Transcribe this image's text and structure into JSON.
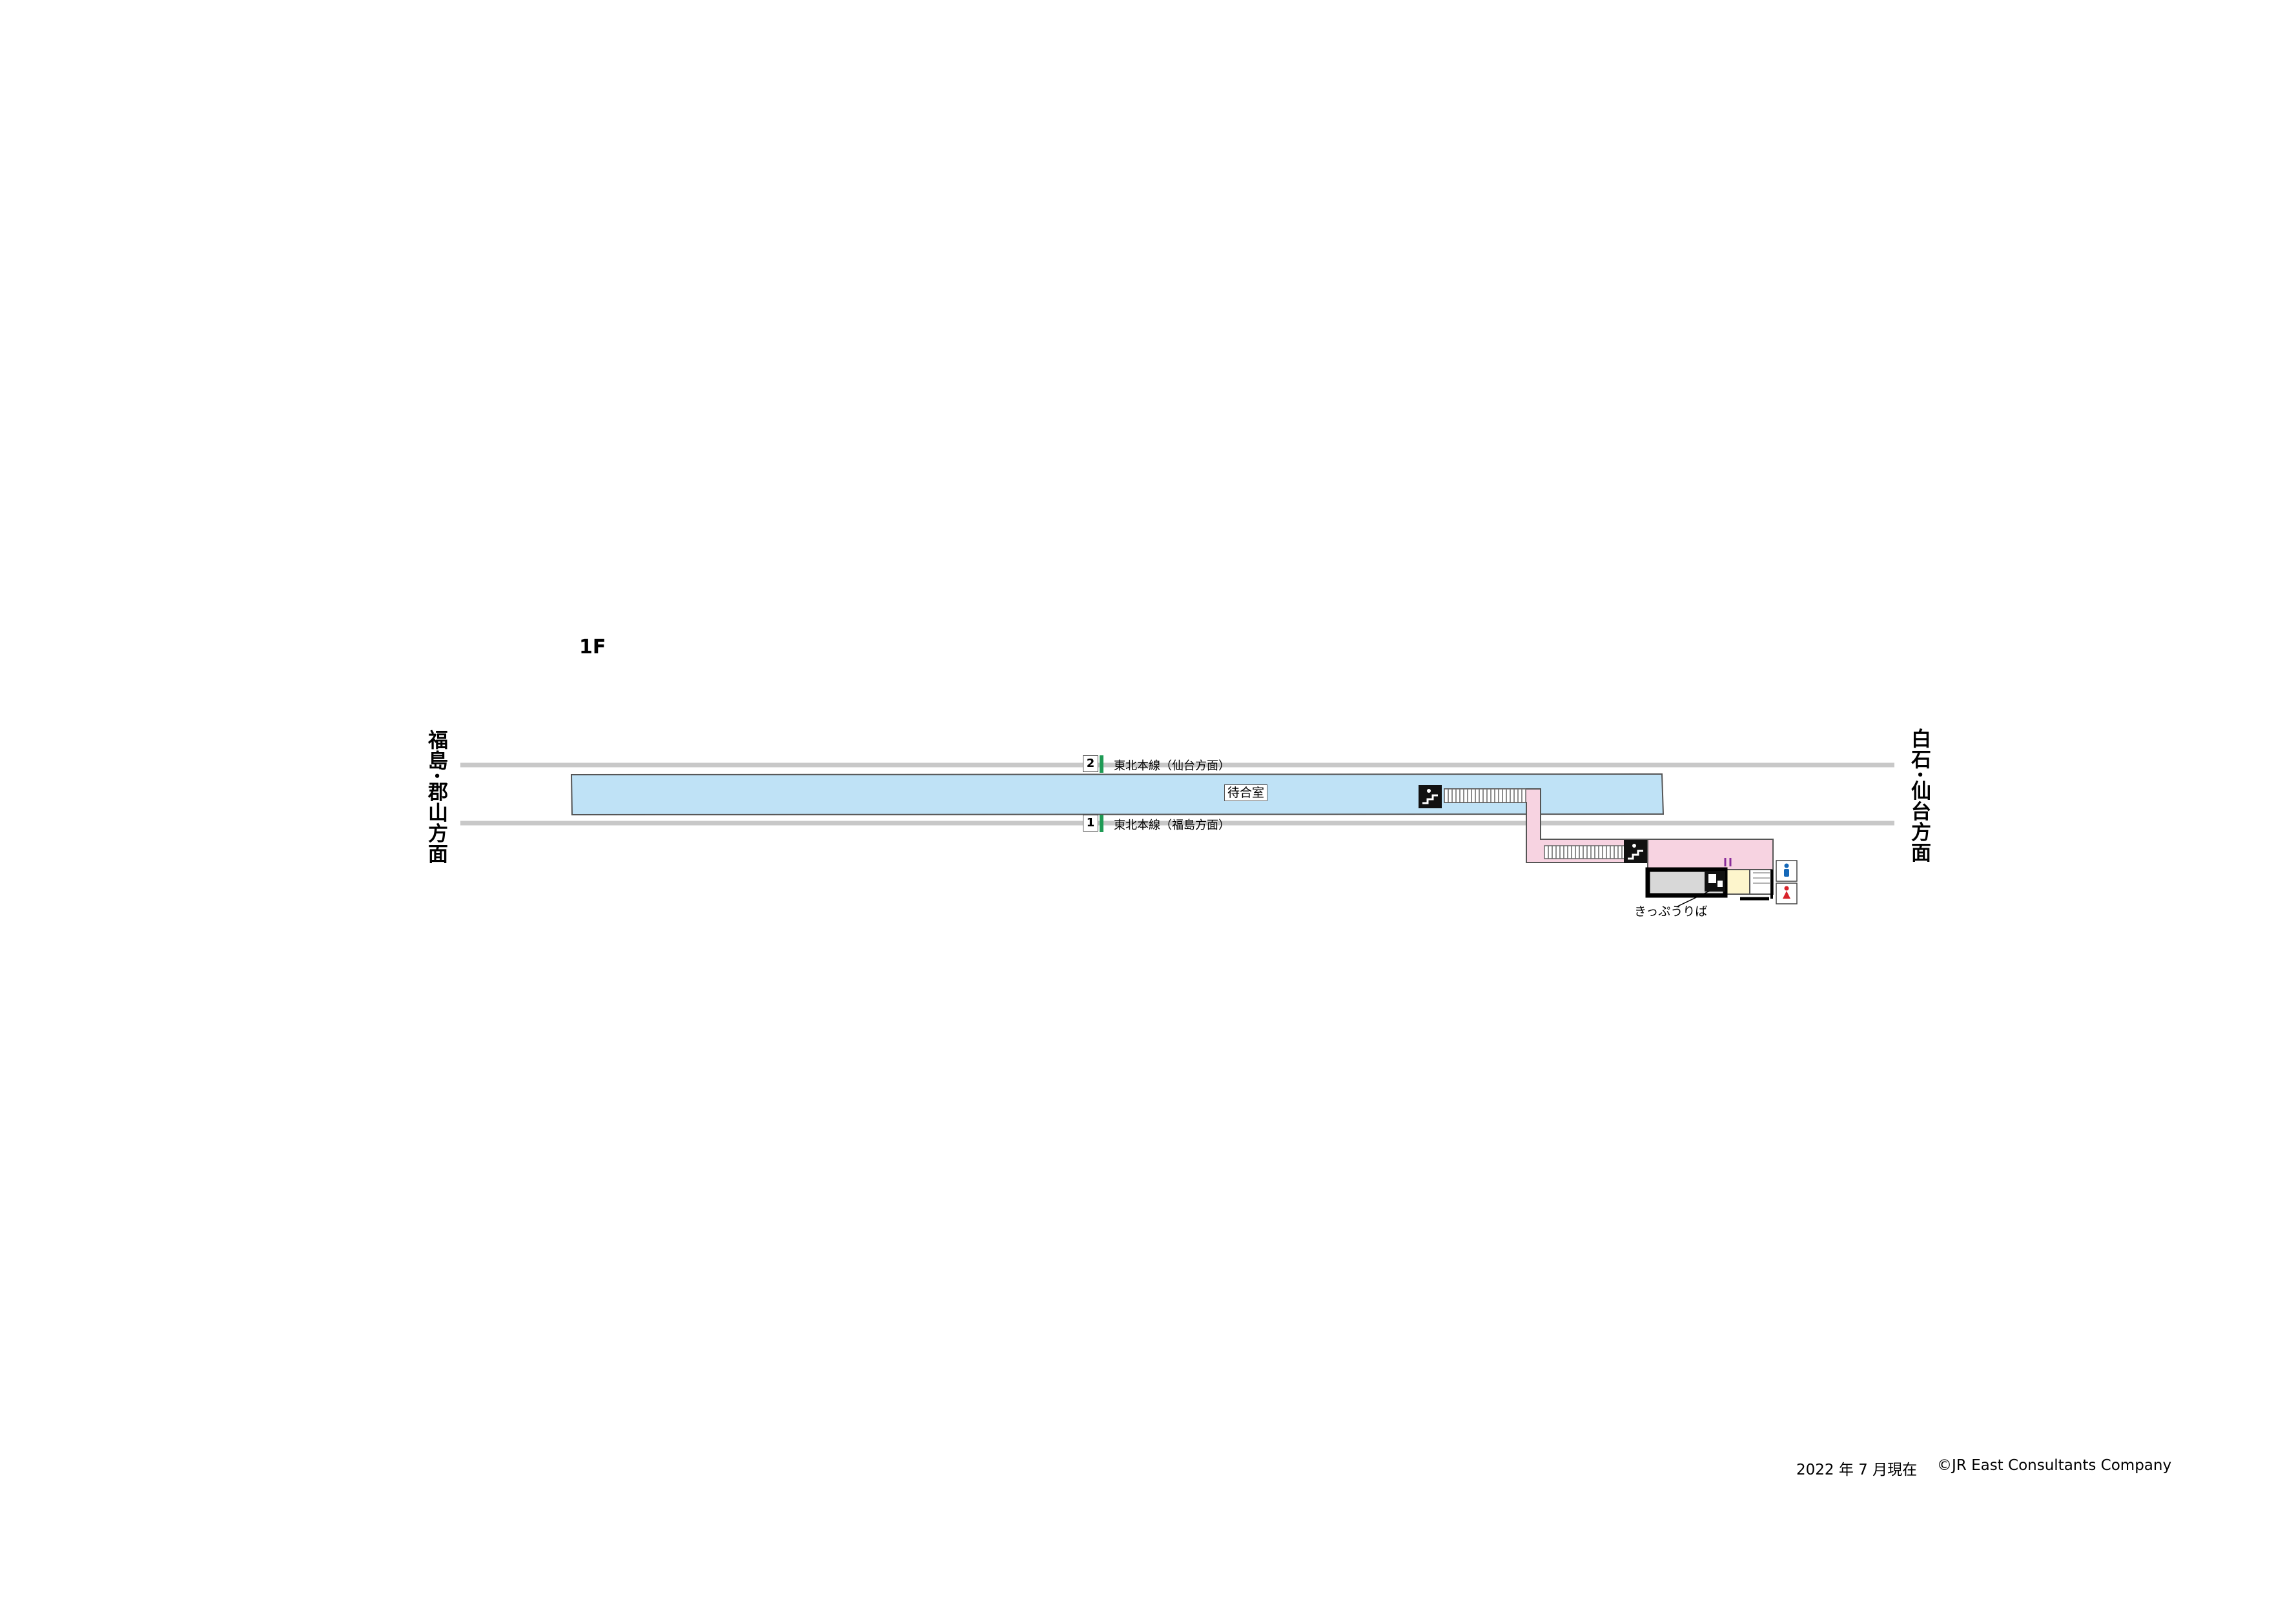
{
  "floor": "1F",
  "directions": {
    "left": "福島･郡山方面",
    "right": "白石･仙台方面"
  },
  "tracks": [
    {
      "number": "2",
      "line": "東北本線（仙台方面）"
    },
    {
      "number": "1",
      "line": "東北本線（福島方面）"
    }
  ],
  "platform": {
    "waiting_room": "待合室"
  },
  "facilities": {
    "ticket_sales": "きっぷうりば",
    "icons": [
      "stairs-icon",
      "stairs-icon",
      "ticket-machine-icon",
      "mens-restroom-icon",
      "womens-restroom-icon"
    ]
  },
  "footer": {
    "date": "2022 年 7 月現在",
    "copyright": "©JR East Consultants Company"
  },
  "colors": {
    "platform": "#bfe2f6",
    "concourse": "#f7d3e1",
    "ticket_area": "#fdf5cc",
    "station_office": "#d8d8d8",
    "track_rail": "#c8c8c8",
    "track_number_accent": "#1f9a55",
    "mens_sign": "#1568b8",
    "womens_sign": "#d8222a"
  }
}
